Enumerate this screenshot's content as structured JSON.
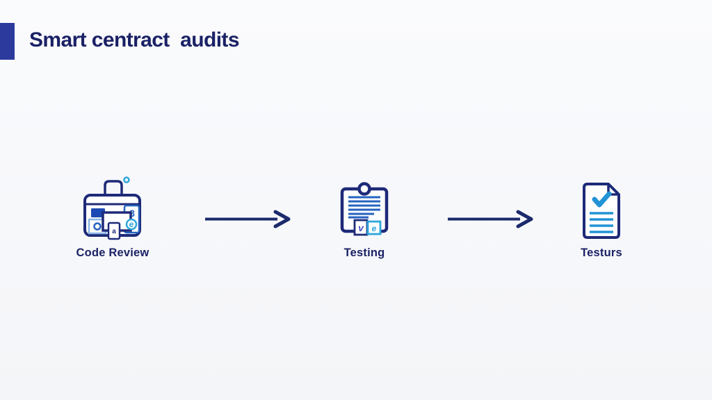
{
  "slide": {
    "title": "Smart centract  audits"
  },
  "flow": {
    "steps": [
      {
        "label": "Code Review",
        "icon": "code-review-briefcase-icon",
        "glyphs": {
          "panel_digit": "3",
          "screen_letter": "e",
          "phone_letter": "a"
        }
      },
      {
        "label": "Testing",
        "icon": "testing-clipboard-icon",
        "glyphs": {
          "left_tag": "v",
          "right_tag": "e"
        }
      },
      {
        "label": "Testurs",
        "icon": "results-document-icon"
      }
    ]
  },
  "colors": {
    "bg1": "#fafbfd",
    "bg2": "#f4f5f8",
    "accent": "#2c3a9e",
    "title": "#1b2166",
    "arrow": "#1b2a6b",
    "outline": "#1e2a78",
    "blue": "#2563c0",
    "cyan": "#2ea6dc",
    "soft": "#8ab4e4",
    "check": "#2293d6",
    "darkfill": "#1d49b4",
    "violet": "#4b50c8"
  }
}
